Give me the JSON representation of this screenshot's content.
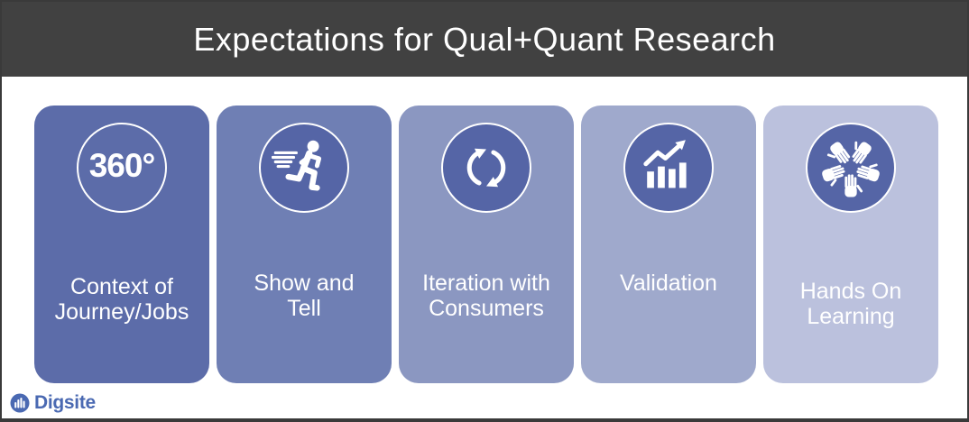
{
  "header": {
    "title": "Expectations for Qual+Quant Research"
  },
  "cards": [
    {
      "label": "Context of\nJourney/Jobs",
      "icon": "360-degrees-icon",
      "icon_text": "360°",
      "bg": "#5c6ca9"
    },
    {
      "label": "Show and\nTell",
      "icon": "runner-icon",
      "bg": "#6f7fb4"
    },
    {
      "label": "Iteration with\nConsumers",
      "icon": "cycle-arrows-icon",
      "bg": "#8b97c1"
    },
    {
      "label": "Validation",
      "icon": "growth-chart-icon",
      "bg": "#9fa9cc"
    },
    {
      "label": "Hands On\nLearning",
      "icon": "hands-together-icon",
      "bg": "#bbc1dd"
    }
  ],
  "footer": {
    "brand": "Digsite"
  },
  "colors": {
    "header_bg": "#414141",
    "slide_border": "#3a3a3a",
    "body_bg": "#ffffff",
    "title_text": "#ffffff",
    "card_text": "#ffffff",
    "icon_circle_fill": "#5565a6",
    "icon_foreground": "#ffffff",
    "brand_blue": "#4a69b2"
  }
}
